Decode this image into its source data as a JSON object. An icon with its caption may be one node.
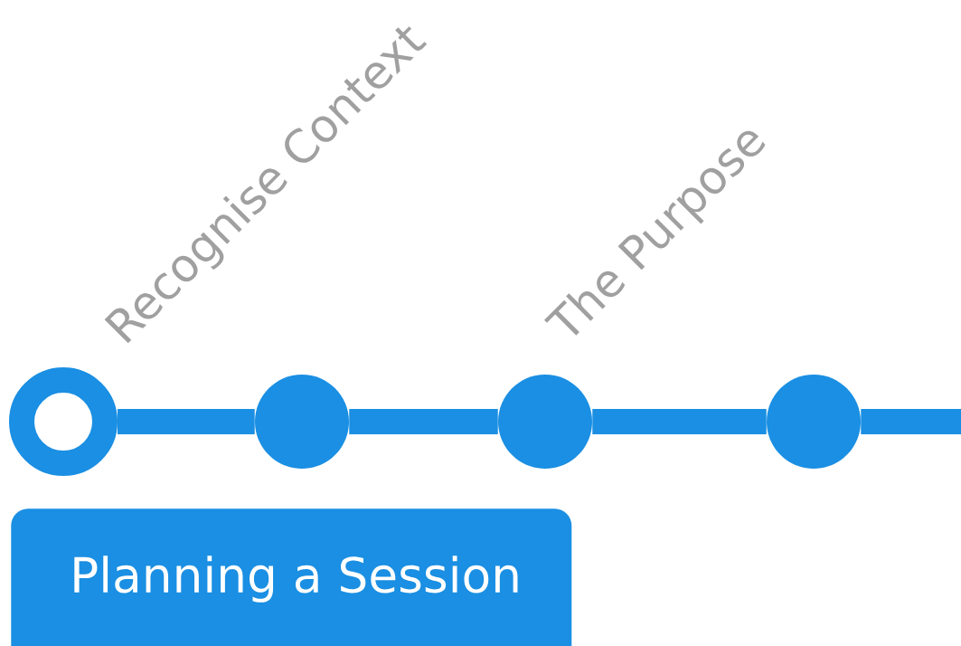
{
  "diagram": {
    "nodes": [
      {
        "text": [],
        "shape": "ring",
        "beside": [
          "Recognise Context"
        ]
      },
      {
        "text": [],
        "shape": "circle"
      },
      {
        "text": [],
        "shape": "circle",
        "beside": [
          "The Purpose"
        ]
      },
      {
        "text": [],
        "shape": "circle"
      },
      {
        "text": [
          "Planning a Session"
        ]
      }
    ],
    "edges": [
      {
        "from": 0,
        "to": 1,
        "arrow": "none"
      },
      {
        "from": 1,
        "to": 2,
        "arrow": "none"
      },
      {
        "from": 2,
        "to": 3,
        "arrow": "none"
      },
      {
        "from": 3,
        "to": null,
        "arrow": "none"
      }
    ]
  }
}
